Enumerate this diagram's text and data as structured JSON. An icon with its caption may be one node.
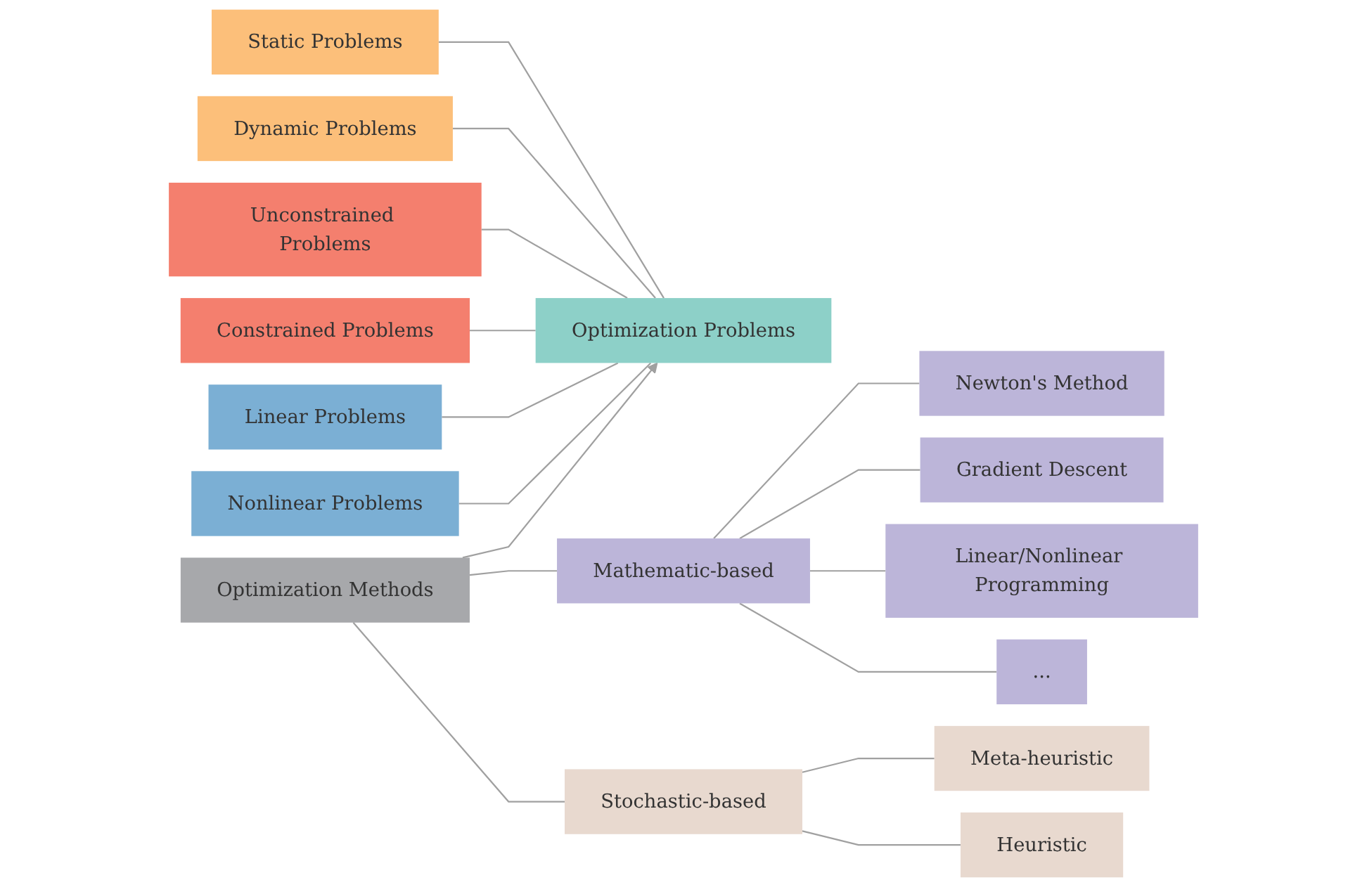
{
  "diagram": {
    "nodes": [
      {
        "text": [
          "Static Problems"
        ]
      },
      {
        "text": [
          "Dynamic Problems"
        ]
      },
      {
        "text": [
          "Unconstrained Problems"
        ]
      },
      {
        "text": [
          "Constrained Problems"
        ]
      },
      {
        "text": [
          "Linear Problems"
        ]
      },
      {
        "text": [
          "Nonlinear Problems"
        ]
      },
      {
        "text": [
          "Optimization Problems"
        ]
      },
      {
        "text": [
          "Optimization Methods"
        ]
      },
      {
        "text": [
          "Mathematic-based"
        ]
      },
      {
        "text": [
          "Stochastic-based"
        ]
      },
      {
        "text": [
          "Newton's Method"
        ]
      },
      {
        "text": [
          "Gradient Descent"
        ]
      },
      {
        "text": [
          "Linear/Nonlinear Programming"
        ]
      },
      {
        "text": [
          "..."
        ]
      },
      {
        "text": [
          "Meta-heuristic"
        ]
      },
      {
        "text": [
          "Heuristic"
        ]
      }
    ],
    "edges": [
      {
        "from": 0,
        "to": 6,
        "arrow": "none"
      },
      {
        "from": 1,
        "to": 6,
        "arrow": "none"
      },
      {
        "from": 2,
        "to": 6,
        "arrow": "none"
      },
      {
        "from": 3,
        "to": 6,
        "arrow": "none"
      },
      {
        "from": 4,
        "to": 6,
        "arrow": "none"
      },
      {
        "from": 5,
        "to": 6,
        "arrow": "none"
      },
      {
        "from": 7,
        "to": 6,
        "arrow": "to"
      },
      {
        "from": 7,
        "to": 8,
        "arrow": "none"
      },
      {
        "from": 7,
        "to": 9,
        "arrow": "none"
      },
      {
        "from": 8,
        "to": 10,
        "arrow": "none"
      },
      {
        "from": 8,
        "to": 11,
        "arrow": "none"
      },
      {
        "from": 8,
        "to": 12,
        "arrow": "none"
      },
      {
        "from": 8,
        "to": 13,
        "arrow": "none"
      },
      {
        "from": 9,
        "to": 14,
        "arrow": "none"
      },
      {
        "from": 9,
        "to": 15,
        "arrow": "none"
      }
    ]
  }
}
